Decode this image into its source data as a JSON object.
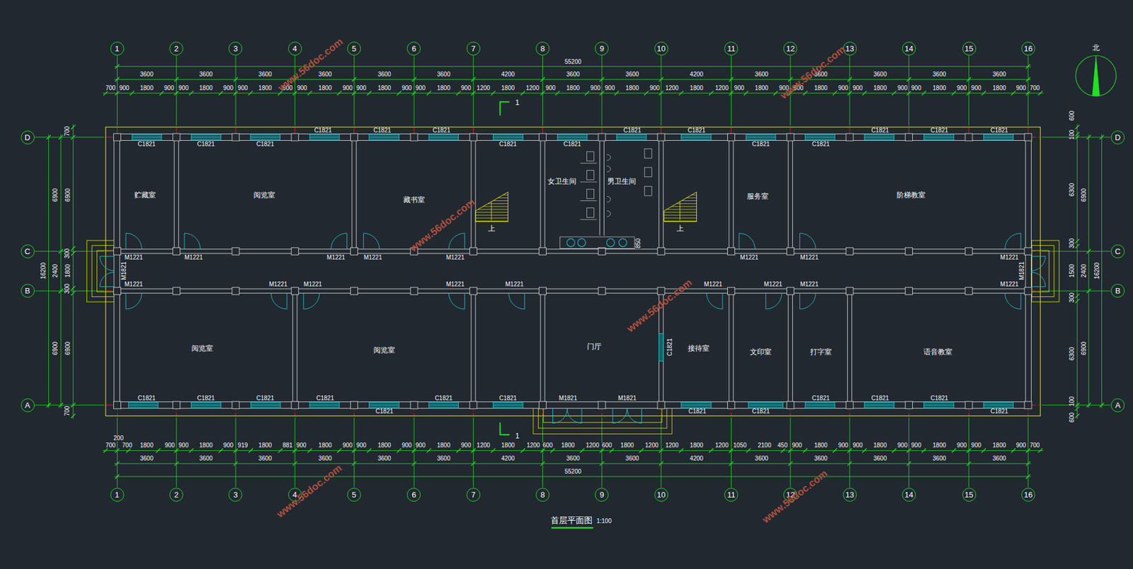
{
  "diagram": {
    "title": "首层平面图",
    "caption": "1:100",
    "nodes": [
      {
        "text": [
          "1"
        ]
      },
      {
        "text": [
          "2"
        ]
      },
      {
        "text": [
          "3"
        ]
      },
      {
        "text": [
          "4"
        ]
      },
      {
        "text": [
          "5"
        ]
      },
      {
        "text": [
          "6"
        ]
      },
      {
        "text": [
          "7"
        ]
      },
      {
        "text": [
          "8"
        ]
      },
      {
        "text": [
          "9"
        ]
      },
      {
        "text": [
          "10"
        ]
      },
      {
        "text": [
          "11"
        ]
      },
      {
        "text": [
          "12"
        ]
      },
      {
        "text": [
          "13"
        ]
      },
      {
        "text": [
          "14"
        ]
      },
      {
        "text": [
          "15"
        ]
      },
      {
        "text": [
          "16"
        ]
      },
      {
        "text": [
          "D"
        ]
      },
      {
        "text": [
          "C"
        ]
      },
      {
        "text": [
          "B"
        ]
      },
      {
        "text": [
          "A"
        ]
      },
      {
        "text": [
          "贮藏室"
        ]
      },
      {
        "text": [
          "阅览室"
        ]
      },
      {
        "text": [
          "藏书室"
        ]
      },
      {
        "text": [
          "女卫生间"
        ]
      },
      {
        "text": [
          "男卫生间"
        ]
      },
      {
        "text": [
          "服务室"
        ]
      },
      {
        "text": [
          "阶梯教室"
        ]
      },
      {
        "text": [
          "阅览室"
        ]
      },
      {
        "text": [
          "阅览室"
        ]
      },
      {
        "text": [
          "门厅"
        ]
      },
      {
        "text": [
          "接待室"
        ]
      },
      {
        "text": [
          "文印室"
        ]
      },
      {
        "text": [
          "打字室"
        ]
      },
      {
        "text": [
          "语音教室"
        ]
      },
      {
        "text": [
          "D"
        ]
      },
      {
        "text": [
          "C"
        ]
      },
      {
        "text": [
          "B"
        ]
      },
      {
        "text": [
          "A"
        ]
      },
      {
        "text": [
          "1"
        ]
      },
      {
        "text": [
          "2"
        ]
      },
      {
        "text": [
          "3"
        ]
      },
      {
        "text": [
          "4"
        ]
      },
      {
        "text": [
          "5"
        ]
      },
      {
        "text": [
          "6"
        ]
      },
      {
        "text": [
          "7"
        ]
      },
      {
        "text": [
          "8"
        ]
      },
      {
        "text": [
          "9"
        ]
      },
      {
        "text": [
          "10"
        ]
      },
      {
        "text": [
          "11"
        ]
      },
      {
        "text": [
          "12"
        ]
      },
      {
        "text": [
          "13"
        ]
      },
      {
        "text": [
          "14"
        ]
      },
      {
        "text": [
          "15"
        ]
      },
      {
        "text": [
          "16"
        ]
      }
    ],
    "labels": [
      "55200",
      "3600",
      "3600",
      "3600",
      "3600",
      "3600",
      "3600",
      "4200",
      "3600",
      "3600",
      "4200",
      "3600",
      "3600",
      "3600",
      "3600",
      "3600",
      "700",
      "900",
      "1800",
      "900",
      "900",
      "1800",
      "900",
      "900",
      "1800",
      "900",
      "900",
      "1800",
      "900",
      "900",
      "1800",
      "900",
      "900",
      "1800",
      "900",
      "1200",
      "1800",
      "1200",
      "900",
      "1800",
      "900",
      "900",
      "1800",
      "900",
      "1200",
      "1800",
      "1200",
      "900",
      "1800",
      "900",
      "900",
      "1800",
      "900",
      "900",
      "1800",
      "900",
      "900",
      "1800",
      "900",
      "900",
      "1800",
      "900",
      "700",
      "1",
      "C1821",
      "C1821",
      "C1821",
      "C1821",
      "C1821",
      "C1821",
      "C1821",
      "C1821",
      "C1821",
      "C1821",
      "C1821",
      "C1821",
      "C1821",
      "C1821",
      "C1821",
      "M1221",
      "M1221",
      "M1221",
      "M1221",
      "M1221",
      "M1221",
      "M1221",
      "M1221",
      "M1821",
      "M1821",
      "M1221",
      "M1221",
      "M1221",
      "M1221",
      "M1221",
      "M1221",
      "M1221",
      "M1221",
      "M1221",
      "上",
      "上",
      "850",
      "C1821",
      "C1821",
      "C1821",
      "C1821",
      "C1821",
      "C1821",
      "C1821",
      "C1821",
      "M1821",
      "M1821",
      "C1821",
      "C1821",
      "C1821",
      "C1821",
      "C1821",
      "C1821",
      "1",
      "200",
      "700",
      "700",
      "1800",
      "900",
      "900",
      "1800",
      "900",
      "919",
      "1800",
      "881",
      "900",
      "1800",
      "900",
      "900",
      "1800",
      "900",
      "900",
      "1800",
      "900",
      "1200",
      "1800",
      "1200",
      "600",
      "1800",
      "1200",
      "600",
      "1800",
      "1200",
      "1200",
      "1800",
      "1200",
      "1050",
      "2100",
      "450",
      "900",
      "1800",
      "900",
      "900",
      "1800",
      "900",
      "900",
      "1800",
      "900",
      "900",
      "1800",
      "900",
      "700",
      "3600",
      "3600",
      "3600",
      "3600",
      "3600",
      "3600",
      "4200",
      "3600",
      "3600",
      "4200",
      "3600",
      "3600",
      "3600",
      "3600",
      "3600",
      "55200",
      "16200",
      "6900",
      "2400",
      "6900",
      "700",
      "6900",
      "300",
      "1800",
      "300",
      "6900",
      "700",
      "600",
      "100",
      "6300",
      "300",
      "1500",
      "300",
      "6300",
      "100",
      "600",
      "6900",
      "2400",
      "6900",
      "16200",
      "北",
      "www.56doc.com",
      "www.56doc.com",
      "www.56doc.com",
      "www.56doc.com",
      "www.56doc.com",
      "www.56doc.com"
    ]
  }
}
